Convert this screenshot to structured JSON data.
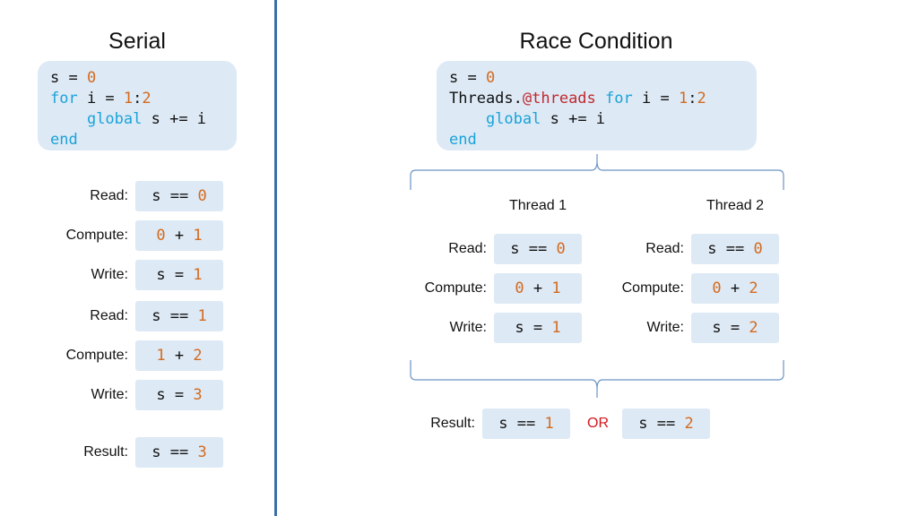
{
  "serial": {
    "title": "Serial",
    "code": {
      "l1_a": "s = ",
      "l1_b": "0",
      "l2_kw": "for",
      "l2_a": " i = ",
      "l2_n1": "1",
      "l2_c": ":",
      "l2_n2": "2",
      "l3_indent": "    ",
      "l3_kw": "global",
      "l3_a": " s += i",
      "l4_kw": "end"
    },
    "steps": [
      {
        "label": "Read:",
        "a": "s == ",
        "b": "0"
      },
      {
        "label": "Compute:",
        "a": "0",
        "op": " + ",
        "b": "1"
      },
      {
        "label": "Write:",
        "a": "s = ",
        "b": "1"
      },
      {
        "label": "Read:",
        "a": "s == ",
        "b": "1"
      },
      {
        "label": "Compute:",
        "a": "1",
        "op": " + ",
        "b": "2"
      },
      {
        "label": "Write:",
        "a": "s = ",
        "b": "3"
      }
    ],
    "result": {
      "label": "Result:",
      "a": "s == ",
      "b": "3"
    }
  },
  "race": {
    "title": "Race Condition",
    "code": {
      "l1_a": "s = ",
      "l1_b": "0",
      "l2_a": "Threads.",
      "l2_macro": "@threads",
      "l2_sp": " ",
      "l2_kw": "for",
      "l2_b": " i = ",
      "l2_n1": "1",
      "l2_c": ":",
      "l2_n2": "2",
      "l3_indent": "    ",
      "l3_kw": "global",
      "l3_a": " s += i",
      "l4_kw": "end"
    },
    "thread1": {
      "title": "Thread 1",
      "steps": [
        {
          "label": "Read:",
          "a": "s == ",
          "b": "0"
        },
        {
          "label": "Compute:",
          "a": "0",
          "op": " + ",
          "b": "1"
        },
        {
          "label": "Write:",
          "a": "s = ",
          "b": "1"
        }
      ]
    },
    "thread2": {
      "title": "Thread 2",
      "steps": [
        {
          "label": "Read:",
          "a": "s == ",
          "b": "0"
        },
        {
          "label": "Compute:",
          "a": "0",
          "op": " + ",
          "b": "2"
        },
        {
          "label": "Write:",
          "a": "s = ",
          "b": "2"
        }
      ]
    },
    "result": {
      "label": "Result:",
      "opt1": {
        "a": "s == ",
        "b": "1"
      },
      "or": "OR",
      "opt2": {
        "a": "s == ",
        "b": "2"
      }
    }
  },
  "colors": {
    "box": "#dde9f5",
    "keyword": "#1aa3d9",
    "number": "#d46a1e",
    "macro": "#c0282f",
    "or": "#d0181f",
    "divider": "#3b6ea8",
    "brace": "#6b93c4"
  }
}
